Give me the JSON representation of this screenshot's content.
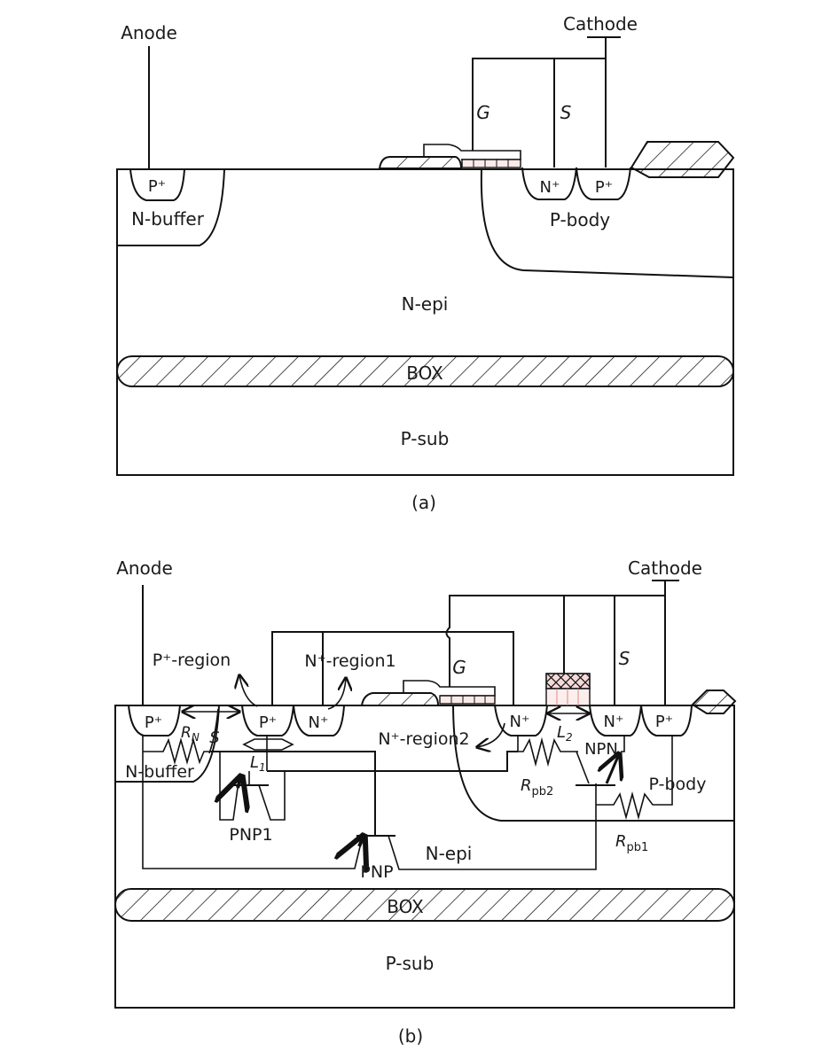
{
  "figure_a": {
    "caption": "(a)",
    "terminals": {
      "anode": "Anode",
      "cathode": "Cathode",
      "gate": "G",
      "source": "S"
    },
    "regions": {
      "p_plus_anode": "P⁺",
      "n_buffer": "N-buffer",
      "n_plus": "N⁺",
      "p_plus_cathode": "P⁺",
      "p_body": "P-body",
      "n_epi": "N-epi",
      "box": "BOX",
      "p_sub": "P-sub"
    }
  },
  "figure_b": {
    "caption": "(b)",
    "terminals": {
      "anode": "Anode",
      "cathode": "Cathode",
      "gate": "G",
      "source": "S"
    },
    "regions": {
      "p_plus_region_label": "P⁺-region",
      "n_plus_region1_label": "N⁺-region1",
      "n_plus_region2_label": "N⁺-region2",
      "p_plus_anode": "P⁺",
      "p_plus_mid": "P⁺",
      "n_plus_mid": "N⁺",
      "n_plus_drain": "N⁺",
      "n_plus_source": "N⁺",
      "p_plus_cathode": "P⁺",
      "n_buffer": "N-buffer",
      "p_body": "P-body",
      "n_epi": "N-epi",
      "box": "BOX",
      "p_sub": "P-sub"
    },
    "parasitics": {
      "rn_main": "R",
      "rn_sub": "N",
      "s_label": "S",
      "l1_main": "L",
      "l1_sub": "1",
      "l2_main": "L",
      "l2_sub": "2",
      "rpb2_main": "R",
      "rpb2_sub": "pb2",
      "rpb1_main": "R",
      "rpb1_sub": "pb1",
      "pnp1": "PNP1",
      "pnp": "PNP",
      "npn": "NPN"
    }
  }
}
